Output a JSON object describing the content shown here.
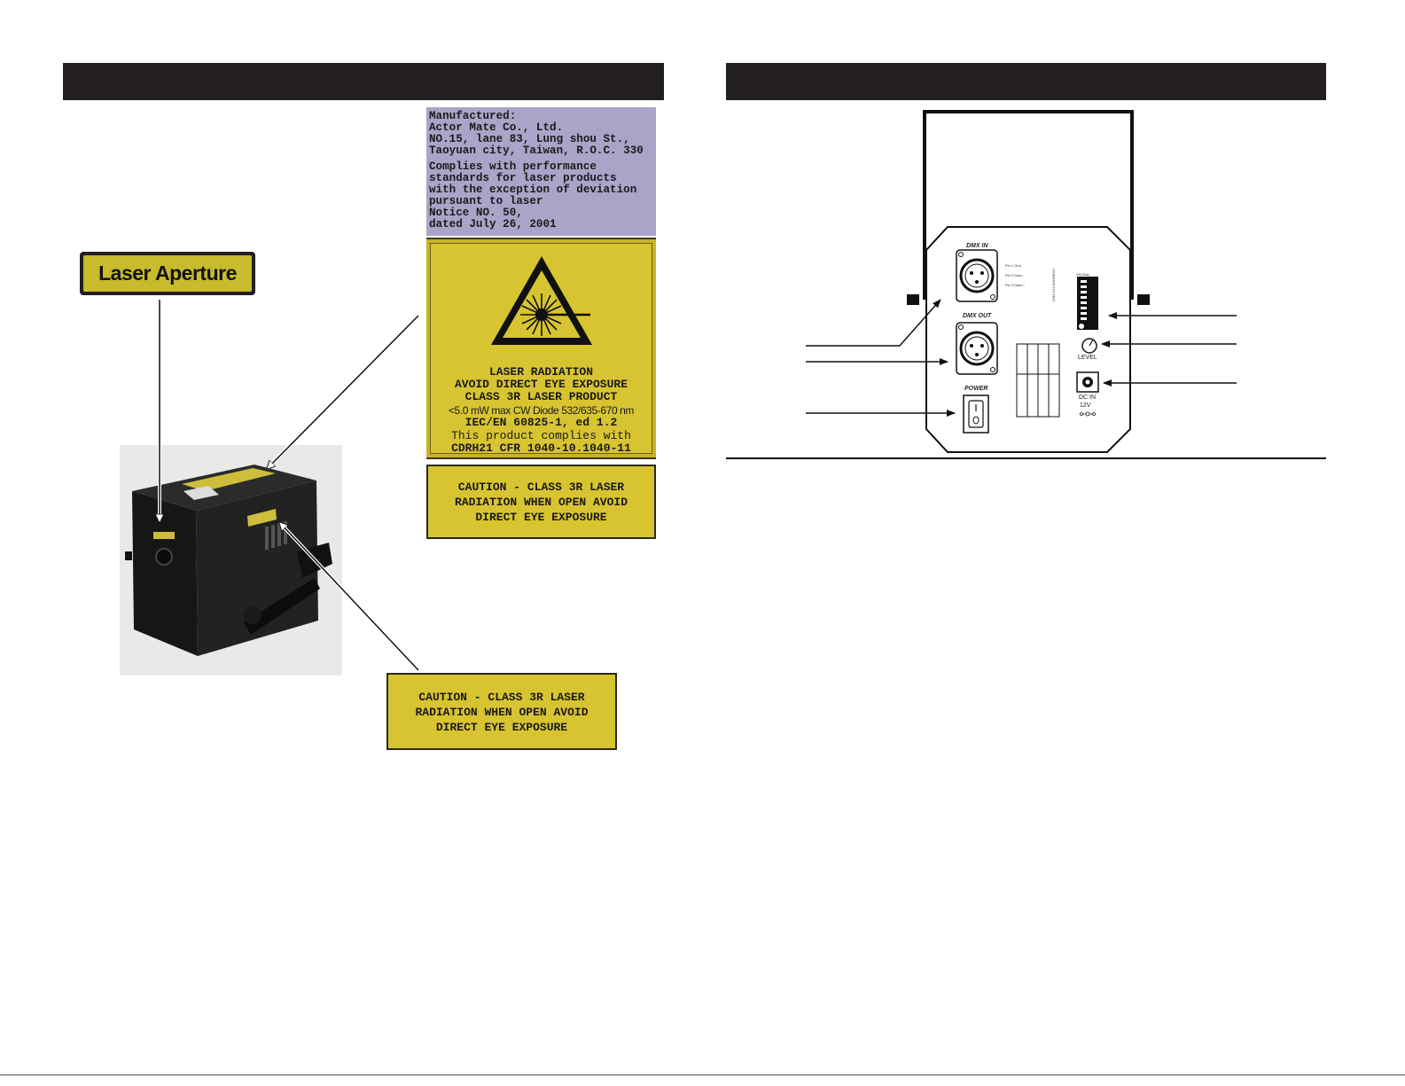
{
  "label_manufacturer": {
    "lines": [
      "Manufactured:",
      "Actor Mate Co., Ltd.",
      "NO.15, lane 83, Lung shou St.,",
      "Taoyuan city, Taiwan, R.O.C. 330",
      "Complies with performance",
      "standards for laser products",
      "with the exception of deviation",
      "pursuant to laser",
      "Notice NO. 50,",
      "dated July 26, 2001"
    ]
  },
  "label_warning": {
    "lines": [
      "LASER RADIATION",
      "AVOID DIRECT EYE EXPOSURE",
      "CLASS 3R LASER PRODUCT",
      "<5.0 mW max CW Diode 532/635-670 nm",
      "IEC/EN 60825-1, ed 1.2",
      "This product complies with",
      "CDRH21 CFR 1040-10.1040-11"
    ]
  },
  "label_caution": {
    "lines": [
      "CAUTION - CLASS 3R LASER",
      "RADIATION WHEN OPEN AVOID",
      "DIRECT EYE EXPOSURE"
    ]
  },
  "label_aperture": {
    "text": "Laser Aperture"
  },
  "rear_panel": {
    "dmx_in": "DMX IN",
    "dmx_out": "DMX OUT",
    "power": "POWER",
    "level": "LEVEL",
    "dc_in": "DC IN",
    "dc_volt": "12V",
    "pins": [
      "Pin 1 Gnd",
      "Pin 2 Data -",
      "Pin 3 Data +"
    ],
    "dip_top": "ON  Mas",
    "dip_side": "DMX 512 ADDRESS"
  },
  "colors": {
    "header_bar": "#231f20",
    "label_yellow": "#d8c431",
    "label_purple": "#aaa4c8"
  }
}
